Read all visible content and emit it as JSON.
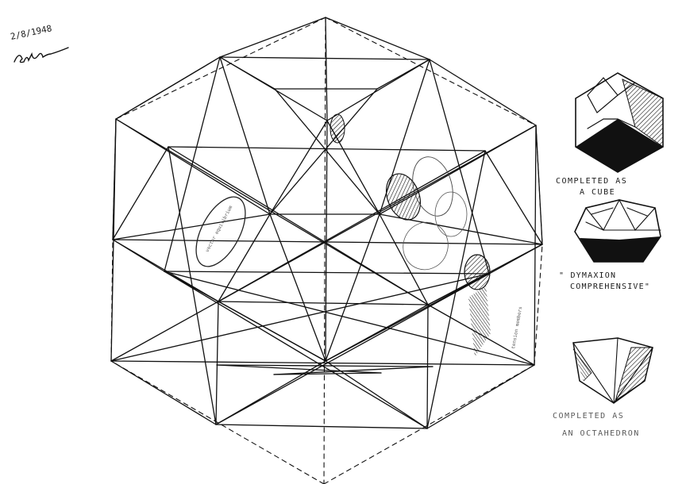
{
  "signature": {
    "date": "2/8/1948",
    "name": "B.Fuller"
  },
  "figures": [
    {
      "caption_lines": [
        "COMPLETED AS",
        "A CUBE"
      ]
    },
    {
      "caption_lines": [
        "\" DYMAXION",
        "COMPREHENSIVE\""
      ]
    },
    {
      "caption_lines": [
        "COMPLETED AS",
        "AN OCTAHEDRON"
      ]
    }
  ],
  "annotations": {
    "left_note": "vector equilibrium",
    "right_note": "tension members"
  },
  "colors": {
    "ink": "#111111",
    "paper": "#ffffff"
  }
}
